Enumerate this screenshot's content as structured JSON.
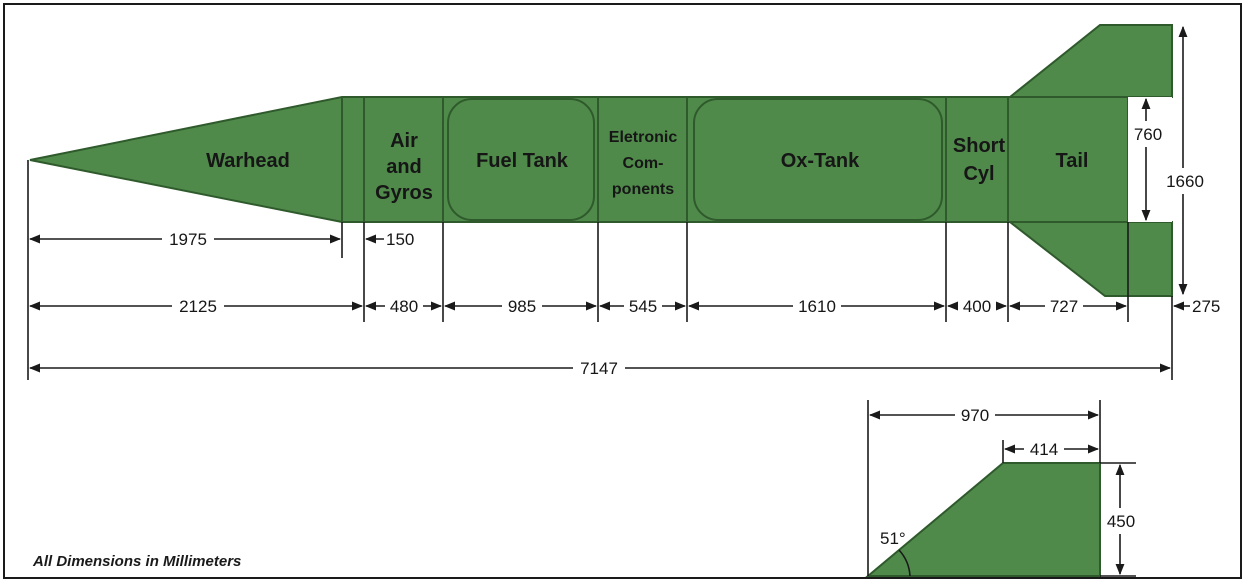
{
  "labels": {
    "warhead": "Warhead",
    "air_gyros": [
      "Air",
      "and",
      "Gyros"
    ],
    "fuel_tank": "Fuel Tank",
    "electronic": [
      "Eletronic",
      "Com-",
      "ponents"
    ],
    "ox_tank": "Ox-Tank",
    "short_cyl": [
      "Short",
      "Cyl"
    ],
    "tail": "Tail"
  },
  "dimensions": {
    "warhead_cone": "1975",
    "gap": "150",
    "warhead": "2125",
    "air_gyros": "480",
    "fuel_tank": "985",
    "electronic": "545",
    "ox_tank": "1610",
    "short_cyl": "400",
    "tail": "727",
    "fin_offset": "275",
    "total_length": "7147",
    "fin_gap": "760",
    "fin_span": "1660",
    "fin_root": "970",
    "fin_tip": "414",
    "fin_height": "450",
    "fin_angle": "51°"
  },
  "note": "All Dimensions in Millimeters",
  "colors": {
    "body": "#4f8a4a",
    "outline": "#2f5a2c",
    "dims": "#1a1a1a"
  }
}
